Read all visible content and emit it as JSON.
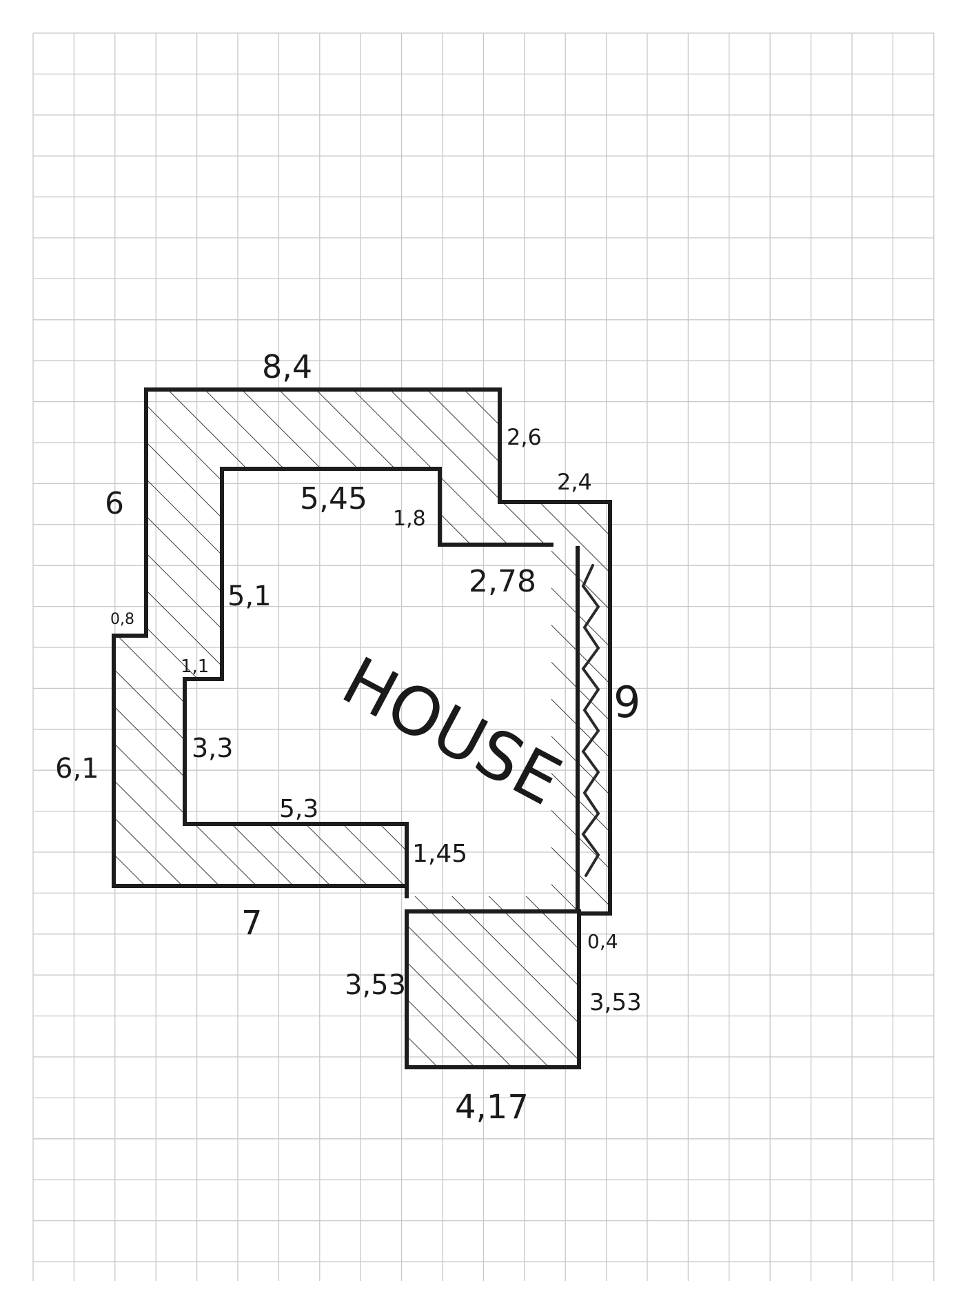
{
  "sheet": {
    "background": "#ffffff",
    "grid_color": "#c8c8c8",
    "ink_color": "#1c1c1c",
    "hatch_color": "#3a3a3a"
  },
  "house_label": "HOUSE",
  "dimensions": {
    "top_outer": "8,4",
    "right_step_vertical": "2,6",
    "right_step_horizontal": "2,4",
    "left_upper_outer": "6",
    "left_notch": "0,8",
    "left_lower_outer": "6,1",
    "bottom_outer": "7",
    "inner_top": "5,45",
    "inner_step_vertical": "1,8",
    "inner_step_horizontal": "2,78",
    "inner_left_upper": "5,1",
    "inner_left_notch": "1,1",
    "inner_left_lower": "3,3",
    "inner_bottom": "5,3",
    "inner_bottom_step": "1,45",
    "right_wall": "9",
    "corner_offset": "0,4",
    "annex_left": "3,53",
    "annex_right": "3,53",
    "annex_bottom": "4,17"
  }
}
